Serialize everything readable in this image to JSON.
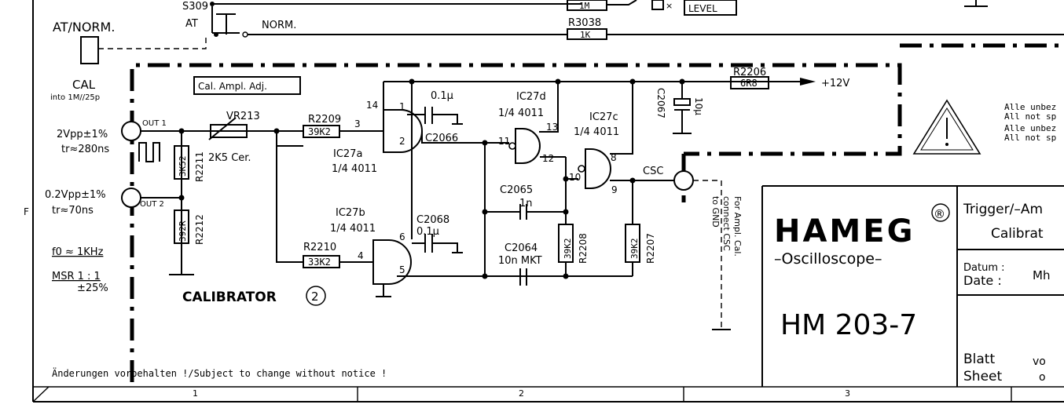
{
  "switch": {
    "label": "AT/NORM.",
    "ref": "S309",
    "pos_at": "AT",
    "pos_norm": "NORM."
  },
  "top_right": {
    "resistor_1m": "1M",
    "level": "LEVEL",
    "r3038_ref": "R3038",
    "r3038_val": "1K"
  },
  "cal": {
    "title": "CAL",
    "subtitle": "into 1M//25p",
    "out1_amp": "2Vpp±1%",
    "out1_rise": "tr≈280ns",
    "out1_label": "OUT 1",
    "out2_amp": "0.2Vpp±1%",
    "out2_rise": "tr≈70ns",
    "out2_label": "OUT 2",
    "freq": "f0 ≈ 1KHz",
    "msr1": "MSR 1 : 1",
    "msr2": "±25%",
    "row_marker": "F"
  },
  "components": {
    "cal_adj": "Cal. Ampl. Adj.",
    "vr213": "VR213",
    "vr213_val": "2K5 Cer.",
    "r2209_ref": "R2209",
    "r2209_val": "39K2",
    "r2210_ref": "R2210",
    "r2210_val": "33K2",
    "r2211_ref": "R2211",
    "r2211_val": "3K52",
    "r2212_ref": "R2212",
    "r2212_val": "392R",
    "ic27a": "IC27a",
    "ic27a_type": "1/4 4011",
    "ic27b": "IC27b",
    "ic27b_type": "1/4 4011",
    "ic27c": "IC27c",
    "ic27c_type": "1/4 4011",
    "ic27d": "IC27d",
    "ic27d_type": "1/4 4011",
    "c2066_val": "0.1µ",
    "c2066_ref": "C2066",
    "c2068_ref": "C2068",
    "c2068_val": "0.1µ",
    "c2065_ref": "C2065",
    "c2065_val": "1n",
    "c2064_ref": "C2064",
    "c2064_val": "10n MKT",
    "r2208_ref": "R2208",
    "r2208_val": "39K2",
    "r2207_ref": "R2207",
    "r2207_val": "39K2",
    "c2067_ref": "C2067",
    "c2067_val": "10µ",
    "r2206_ref": "R2206",
    "r2206_val": "6R8",
    "supply": "+12V",
    "csc": "CSC",
    "pin_14": "14",
    "pin_1": "1",
    "pin_2": "2",
    "pin_3": "3",
    "pin_4": "4",
    "pin_5": "5",
    "pin_6": "6",
    "pin_8": "8",
    "pin_9": "9",
    "pin_10": "10",
    "pin_11": "11",
    "pin_12": "12",
    "pin_13": "13",
    "note_csc_1": "For Ampl. Cal.",
    "note_csc_2": "connect CSC",
    "note_csc_3": "to GND",
    "block_title": "CALIBRATOR",
    "block_num": "2"
  },
  "warning": {
    "line1": "Alle unbez",
    "line2": "All not sp",
    "line3": "Alle unbez",
    "line4": "All not sp"
  },
  "title_block": {
    "brand": "HAMEG",
    "registered": "®",
    "product_line": "–Oscilloscope–",
    "model": "HM 203-7",
    "title1": "Trigger/–Am",
    "title2": "Calibrat",
    "date_label1": "Datum :",
    "date_label2": "Date  :",
    "date_value": "Mh",
    "sheet_label1": "Blatt",
    "sheet_label2": "Sheet",
    "sheet_von": "vo",
    "sheet_of": "o"
  },
  "footer": {
    "notice": "Änderungen vorbehalten !/Subject to change without notice !",
    "zone1": "1",
    "zone2": "2",
    "zone3": "3"
  }
}
